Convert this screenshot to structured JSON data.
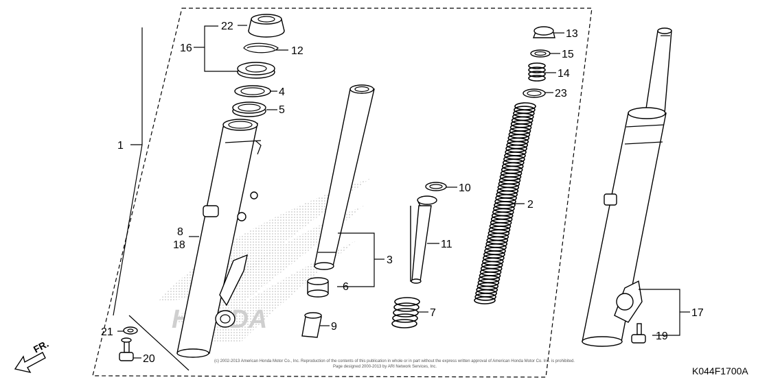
{
  "labels": {
    "p1": "1",
    "p2": "2",
    "p3": "3",
    "p4": "4",
    "p5": "5",
    "p6": "6",
    "p7": "7",
    "p8": "8",
    "p9": "9",
    "p10": "10",
    "p11": "11",
    "p12": "12",
    "p13": "13",
    "p14": "14",
    "p15": "15",
    "p16": "16",
    "p17": "17",
    "p18": "18",
    "p19": "19",
    "p20": "20",
    "p21": "21",
    "p22": "22",
    "p23": "23"
  },
  "diagram_code": "K044F1700A",
  "direction_label": "FR.",
  "copyright_line1": "(c) 2002-2013 American Honda Motor Co., Inc. Reproduction of the contents of this publication in whole or in part without the express written approval of American Honda Motor Co. Inc. is prohibited.",
  "copyright_line2": "Page designed 2000-2013 by ARI Network Services, Inc.",
  "watermark_text": "HONDA",
  "colors": {
    "ink": "#000000",
    "watermark": "#b4b4b4"
  }
}
